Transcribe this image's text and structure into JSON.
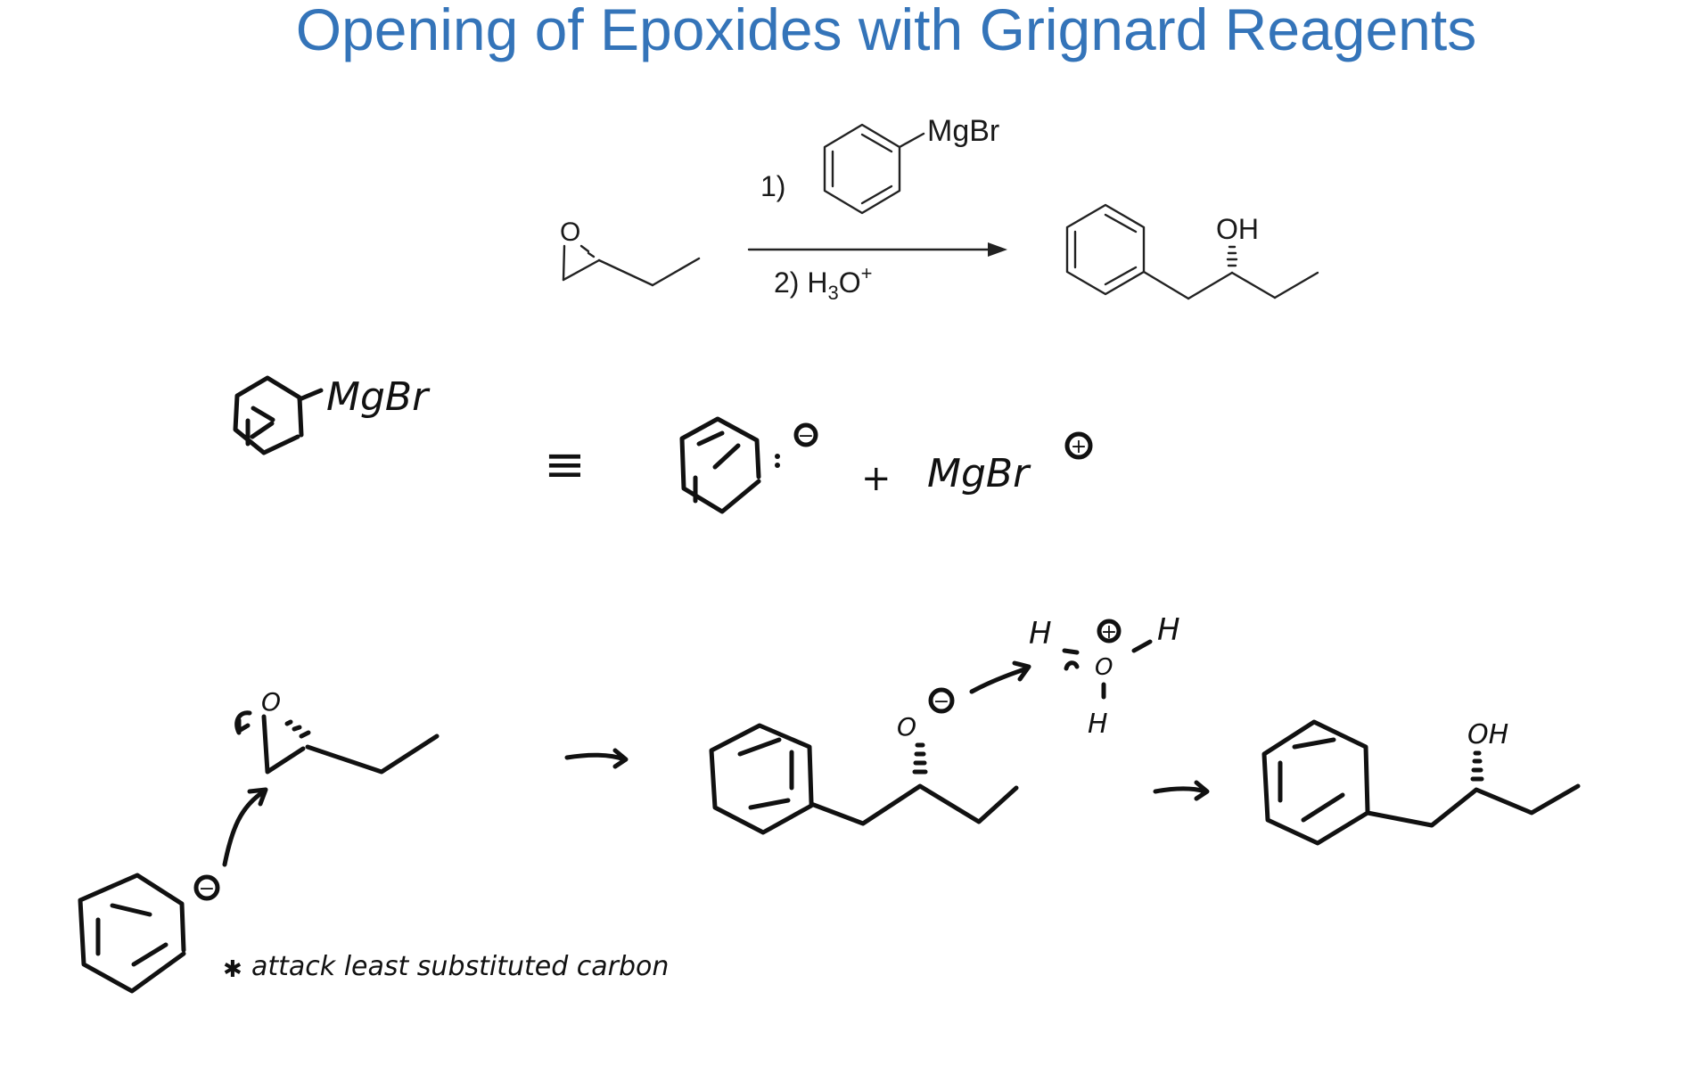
{
  "slide": {
    "title": "Opening of Epoxides with Grignard Reagents"
  },
  "reaction": {
    "step1_label": "1)",
    "reagent_label": "MgBr",
    "step2_prefix": "2) H",
    "step2_sub": "3",
    "step2_o": "O",
    "step2_sup": "+",
    "epoxide_o": "O",
    "product_oh": "OH"
  },
  "equivalence": {
    "reagent_label": "MgBr",
    "equiv_symbol": "≡",
    "plus": "+",
    "cation_label": "MgBr",
    "anion_charge": "−",
    "cation_charge": "+"
  },
  "mechanism": {
    "epoxide_o": "O",
    "phenyl_charge": "−",
    "alkoxide_o": "O",
    "alkoxide_charge": "−",
    "hydronium_h_left": "H",
    "hydronium_h_right": "H",
    "hydronium_h_bottom": "H",
    "hydronium_o": "O",
    "hydronium_charge": "+",
    "product_oh": "OH",
    "note_star": "✱",
    "note": "attack least substituted carbon"
  }
}
